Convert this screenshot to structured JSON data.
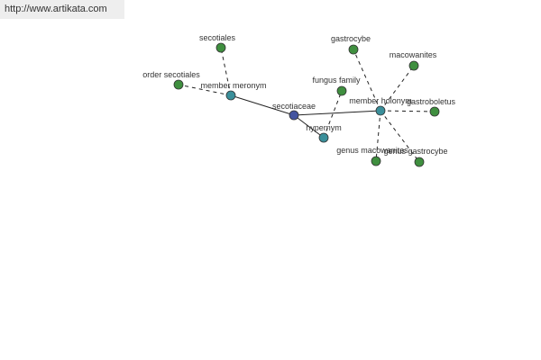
{
  "site_url": "http://www.artikata.com",
  "colors": {
    "root_node": "#4455a0",
    "relation_node": "#3a8f9a",
    "leaf_node": "#3f8f3f",
    "edge": "#222222",
    "node_outline": "#333333"
  },
  "nodes": [
    {
      "id": "secotiaceae",
      "label": "secotiaceae",
      "kind": "root"
    },
    {
      "id": "member-meronym",
      "label": "member meronym",
      "kind": "relation"
    },
    {
      "id": "hypernym",
      "label": "hypernym",
      "kind": "relation"
    },
    {
      "id": "member-holonym",
      "label": "member holonym",
      "kind": "relation"
    },
    {
      "id": "secotiales",
      "label": "secotiales",
      "kind": "leaf"
    },
    {
      "id": "order-secotiales",
      "label": "order secotiales",
      "kind": "leaf"
    },
    {
      "id": "fungus-family",
      "label": "fungus family",
      "kind": "leaf"
    },
    {
      "id": "gastrocybe-top",
      "label": "gastrocybe",
      "kind": "leaf"
    },
    {
      "id": "macowanites",
      "label": "macowanites",
      "kind": "leaf"
    },
    {
      "id": "gastroboletus",
      "label": "gastroboletus",
      "kind": "leaf"
    },
    {
      "id": "genus-macowanites",
      "label": "genus macowanites",
      "kind": "leaf"
    },
    {
      "id": "genus-gastrocybe",
      "label": "genus gastrocybe",
      "kind": "leaf"
    }
  ],
  "edges": [
    {
      "from": "secotiaceae",
      "to": "member-meronym",
      "style": "solid"
    },
    {
      "from": "secotiaceae",
      "to": "member-holonym",
      "style": "solid"
    },
    {
      "from": "secotiaceae",
      "to": "hypernym",
      "style": "solid"
    },
    {
      "from": "member-meronym",
      "to": "secotiales",
      "style": "dashed"
    },
    {
      "from": "member-meronym",
      "to": "order-secotiales",
      "style": "dashed"
    },
    {
      "from": "hypernym",
      "to": "fungus-family",
      "style": "dashed"
    },
    {
      "from": "member-holonym",
      "to": "gastrocybe-top",
      "style": "dashed"
    },
    {
      "from": "member-holonym",
      "to": "macowanites",
      "style": "dashed"
    },
    {
      "from": "member-holonym",
      "to": "gastroboletus",
      "style": "dashed"
    },
    {
      "from": "member-holonym",
      "to": "genus-macowanites",
      "style": "dashed"
    },
    {
      "from": "member-holonym",
      "to": "genus-gastrocybe",
      "style": "dashed"
    }
  ]
}
